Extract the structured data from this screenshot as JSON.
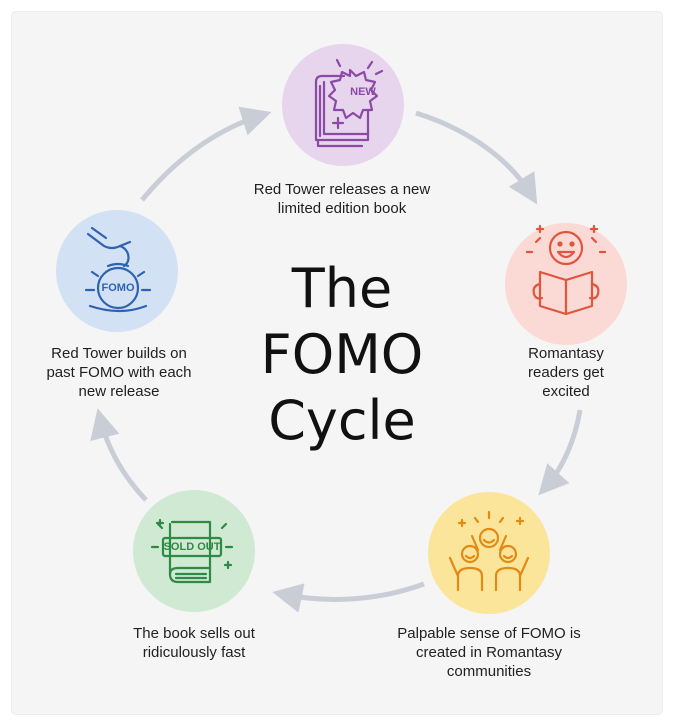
{
  "title": {
    "line1": "The",
    "line2": "FOMO",
    "line3": "Cycle"
  },
  "steps": [
    {
      "text": "Red Tower releases a new limited edition book",
      "icon": "new-book-icon",
      "color": "#e6d5ec"
    },
    {
      "text": "Romantasy readers get excited",
      "icon": "excited-reader-icon",
      "color": "#fbd9d4"
    },
    {
      "text": "Palpable sense of FOMO is created in Romantasy communities",
      "icon": "cheering-crowd-icon",
      "color": "#fbe59a"
    },
    {
      "text": "The book sells out ridiculously fast",
      "icon": "sold-out-book-icon",
      "color": "#cfe9d3"
    },
    {
      "text": "Red Tower builds on past FOMO with each new release",
      "icon": "fomo-hand-icon",
      "color": "#d3e1f5"
    }
  ],
  "badges": {
    "new": "NEW",
    "sold_out": "SOLD OUT",
    "fomo": "FOMO"
  },
  "colors": {
    "arrow": "#c9ced6",
    "purple": "#8b4aa6",
    "red": "#e0553f",
    "orange": "#e48a14",
    "green": "#2f8a45",
    "blue": "#2f63b0"
  }
}
